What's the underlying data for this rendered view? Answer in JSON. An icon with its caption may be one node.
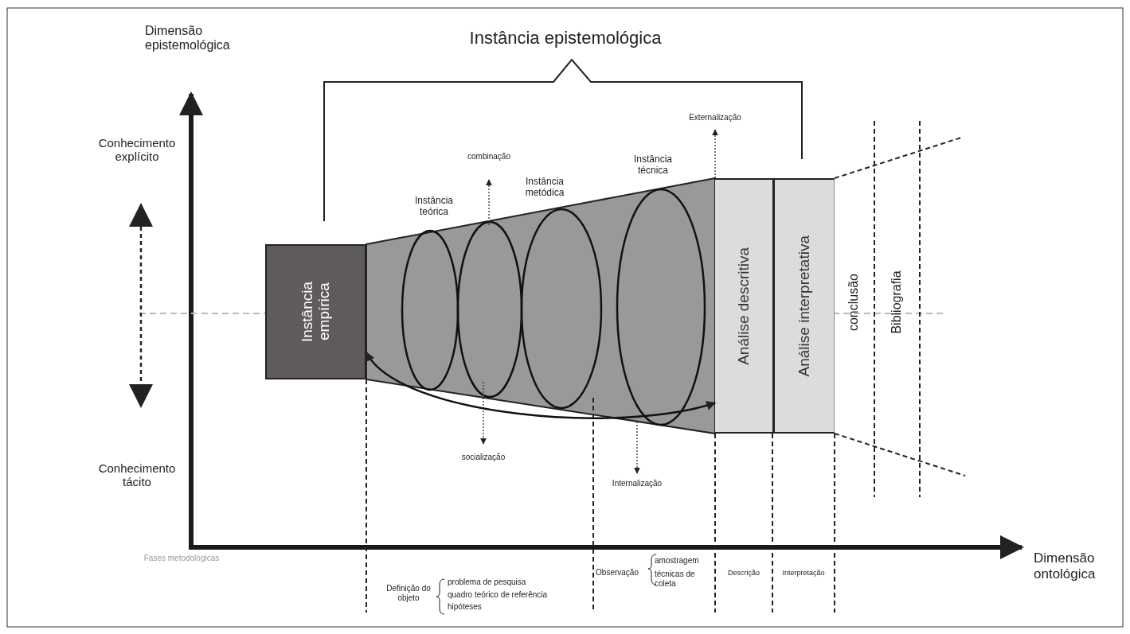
{
  "diagram": {
    "nodes": [
      {
        "text": [
          "Instância empírica"
        ]
      },
      {
        "text": [
          "Análise descritiva"
        ]
      },
      {
        "text": [
          "Análise interpretativa"
        ]
      }
    ],
    "edges": [
      {
        "from": 0,
        "to": 1,
        "arrow": "both"
      }
    ],
    "labels": [
      "Dimensão epistemológica",
      "Instância epistemológica",
      "Externalização",
      "Conhecimento explícito",
      "combinação",
      "Instância técnica",
      "Instância metódica",
      "Instância teórica",
      "conclusão",
      "Bibliografia",
      "socialização",
      "Conhecimento tácito",
      "Internalização",
      "Dimensão ontológica",
      "Fases metodológicas",
      "Definição do objeto",
      "problema de pesquisa",
      "quadro teórico de referência",
      "hipóteses",
      "Observação",
      "amostragem",
      "técnicas de coleta",
      "Descrição",
      "Interpretação"
    ]
  }
}
